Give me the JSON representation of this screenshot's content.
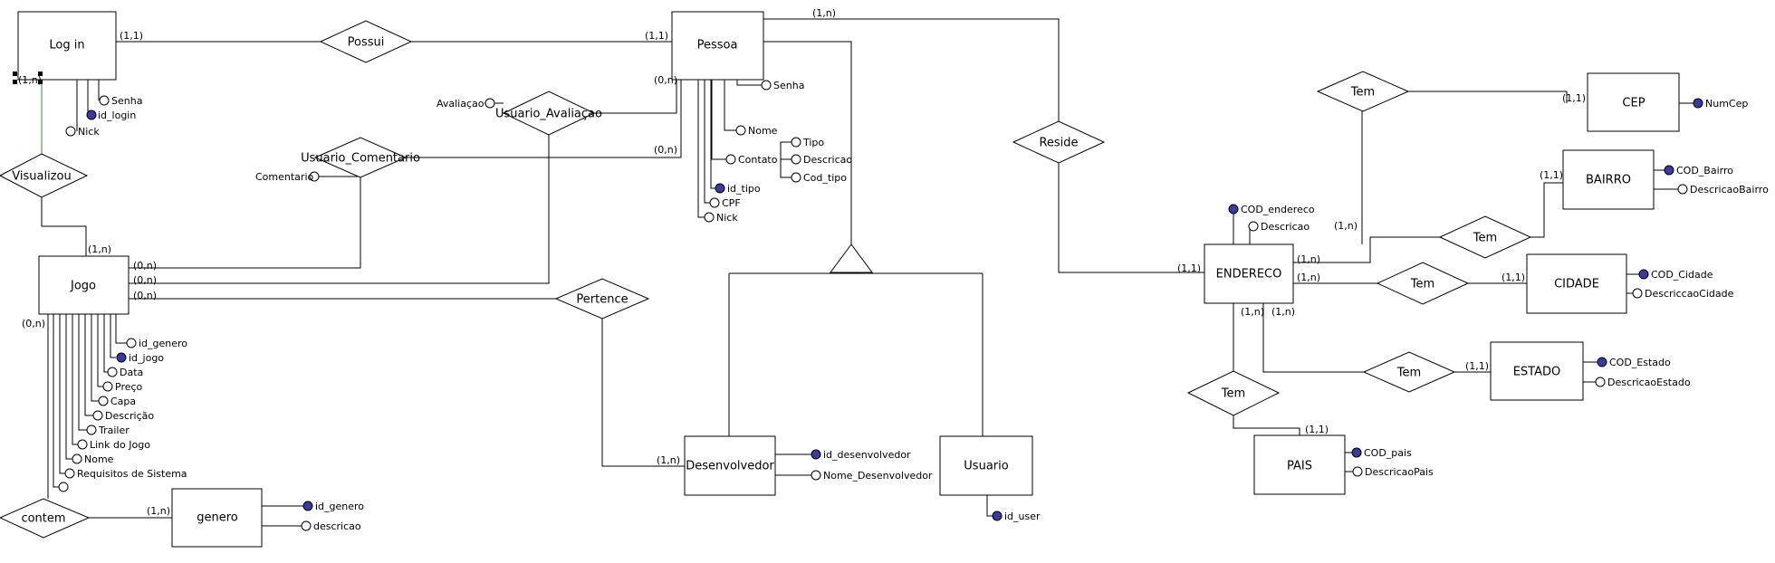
{
  "entities": {
    "login": "Log in",
    "pessoa": "Pessoa",
    "jogo": "Jogo",
    "genero": "genero",
    "desenvolvedor": "Desenvolvedor",
    "usuario": "Usuario",
    "cep": "CEP",
    "bairro": "BAIRRO",
    "cidade": "CIDADE",
    "estado": "ESTADO",
    "endereco": "ENDERECO",
    "pais": "PAIS"
  },
  "relationships": {
    "possui": "Possui",
    "usuario_avaliacao": "Usuario_Avaliaçao",
    "usuario_comentario": "Usuario_Comentario",
    "visualizou": "Visualizou",
    "pertence": "Pertence",
    "contem": "contem",
    "reside": "Reside",
    "tem_cep": "Tem",
    "tem_bairro": "Tem",
    "tem_cidade": "Tem",
    "tem_estado": "Tem",
    "tem_pais": "Tem"
  },
  "attributes": {
    "login_senha": "Senha",
    "login_id": "id_login",
    "login_nick": "Nick",
    "avaliacao": "Avaliaçao",
    "comentario": "Comentario",
    "pessoa_senha": "Senha",
    "pessoa_nome": "Nome",
    "pessoa_contato": "Contato",
    "contato_tipo": "Tipo",
    "contato_descricao": "Descricao",
    "contato_cod_tipo": "Cod_tipo",
    "pessoa_id_tipo": "id_tipo",
    "pessoa_cpf": "CPF",
    "pessoa_nick": "Nick",
    "jogo_id_genero": "id_genero",
    "jogo_id_jogo": "id_jogo",
    "jogo_data": "Data",
    "jogo_preco": "Preço",
    "jogo_capa": "Capa",
    "jogo_descricao": "Descrição",
    "jogo_trailer": "Trailer",
    "jogo_link": "Link do Jogo",
    "jogo_nome": "Nome",
    "jogo_requisitos": "Requisitos de Sistema",
    "genero_id": "id_genero",
    "genero_descricao": "descricao",
    "dev_id": "id_desenvolvedor",
    "dev_nome": "Nome_Desenvolvedor",
    "user_id": "id_user",
    "cep_num": "NumCep",
    "bairro_cod": "COD_Bairro",
    "bairro_desc": "DescricaoBairro",
    "end_cod": "COD_endereco",
    "end_desc": "Descricao",
    "cidade_cod": "COD_Cidade",
    "cidade_desc": "DescriccaoCidade",
    "estado_cod": "COD_Estado",
    "estado_desc": "DescricaoEstado",
    "pais_cod": "COD_pais",
    "pais_desc": "DescricaoPais"
  },
  "cardinalities": {
    "login_possui": "(1,1)",
    "pessoa_possui": "(1,1)",
    "pessoa_reside": "(1,n)",
    "pessoa_avaliacao": "(0,n)",
    "pessoa_comentario": "(0,n)",
    "login_visualizou": "(1,n)",
    "jogo_visualizou": "(1,n)",
    "jogo_comentario": "(0,n)",
    "jogo_avaliacao": "(0,n)",
    "jogo_pertence": "(0,n)",
    "jogo_contem": "(0,n)",
    "genero_contem": "(1,n)",
    "dev_pertence": "(1,n)",
    "cep_tem": "(1,1)",
    "bairro_tem": "(1,1)",
    "end_cep": "(1,n)",
    "end_bairro": "(1,n)",
    "end_cidade": "(1,n)",
    "cidade_tem": "(1,1)",
    "end_pais": "(1,n)",
    "end_estado": "(1,n)",
    "estado_tem": "(1,1)",
    "end_reside": "(1,1)",
    "pais_tem": "(1,1)"
  }
}
